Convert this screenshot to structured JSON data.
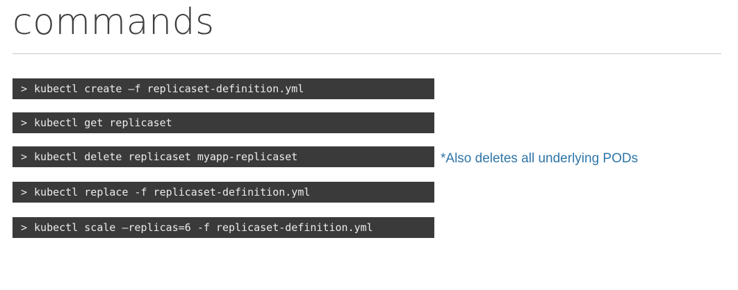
{
  "title": "commands",
  "prompt_symbol": ">",
  "commands": [
    {
      "text": "kubectl create –f replicaset-definition.yml"
    },
    {
      "text": "kubectl get replicaset"
    },
    {
      "text": "kubectl delete replicaset myapp-replicaset"
    },
    {
      "text": "kubectl replace -f replicaset-definition.yml"
    },
    {
      "text": "kubectl scale –replicas=6 -f replicaset-definition.yml"
    }
  ],
  "note": "*Also deletes all underlying PODs",
  "colors": {
    "command_background": "#3a3a3a",
    "command_text": "#ececec",
    "note_text": "#2e75a8",
    "title_text": "#3f3f3f"
  }
}
